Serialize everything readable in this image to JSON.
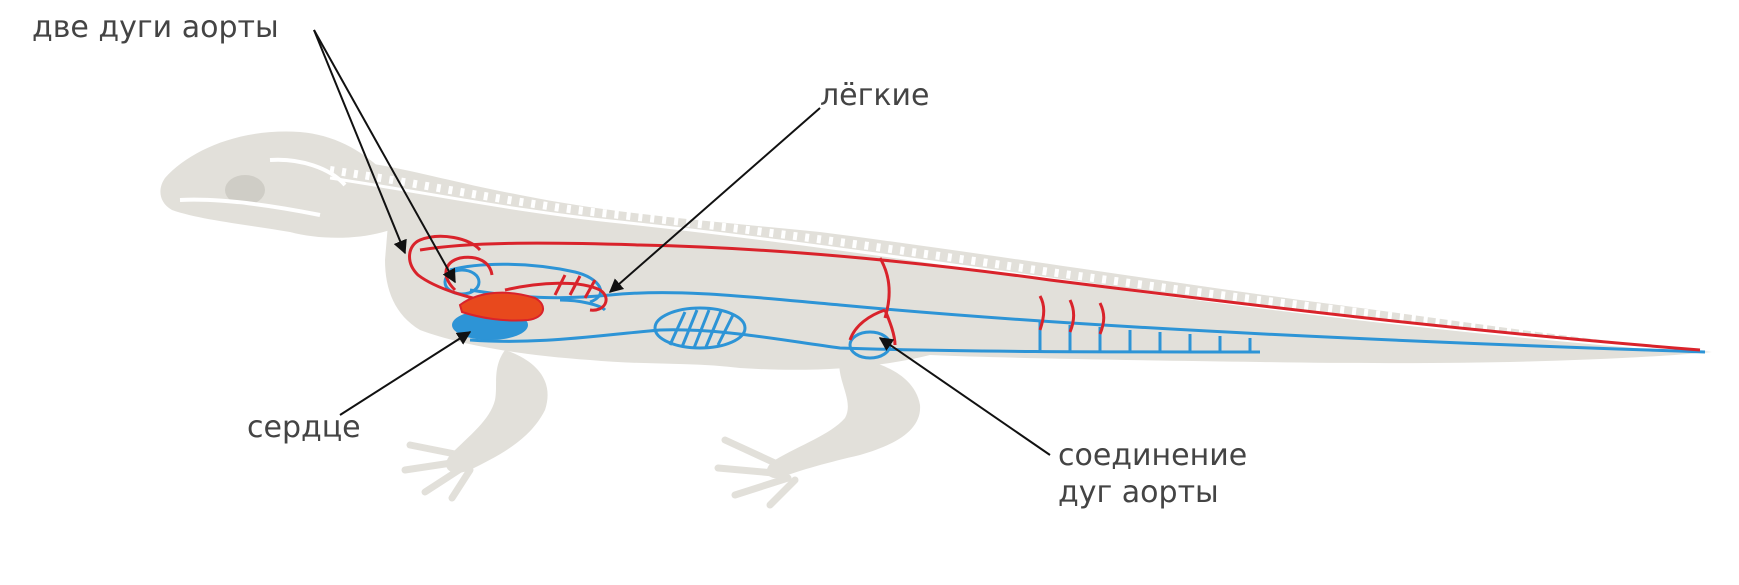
{
  "labels": {
    "two_aortic_arches": "две дуги аорты",
    "lungs": "лёгкие",
    "heart": "сердце",
    "arches_junction_line1": "соединение",
    "arches_junction_line2": "дуг аорты"
  },
  "colors": {
    "arterial": "#d9232b",
    "venous": "#2d94d6",
    "heart": "#e8491d",
    "body_silhouette": "#e2e0da",
    "skeleton": "#ffffff",
    "label_text": "#444444",
    "pointer": "#111111"
  }
}
